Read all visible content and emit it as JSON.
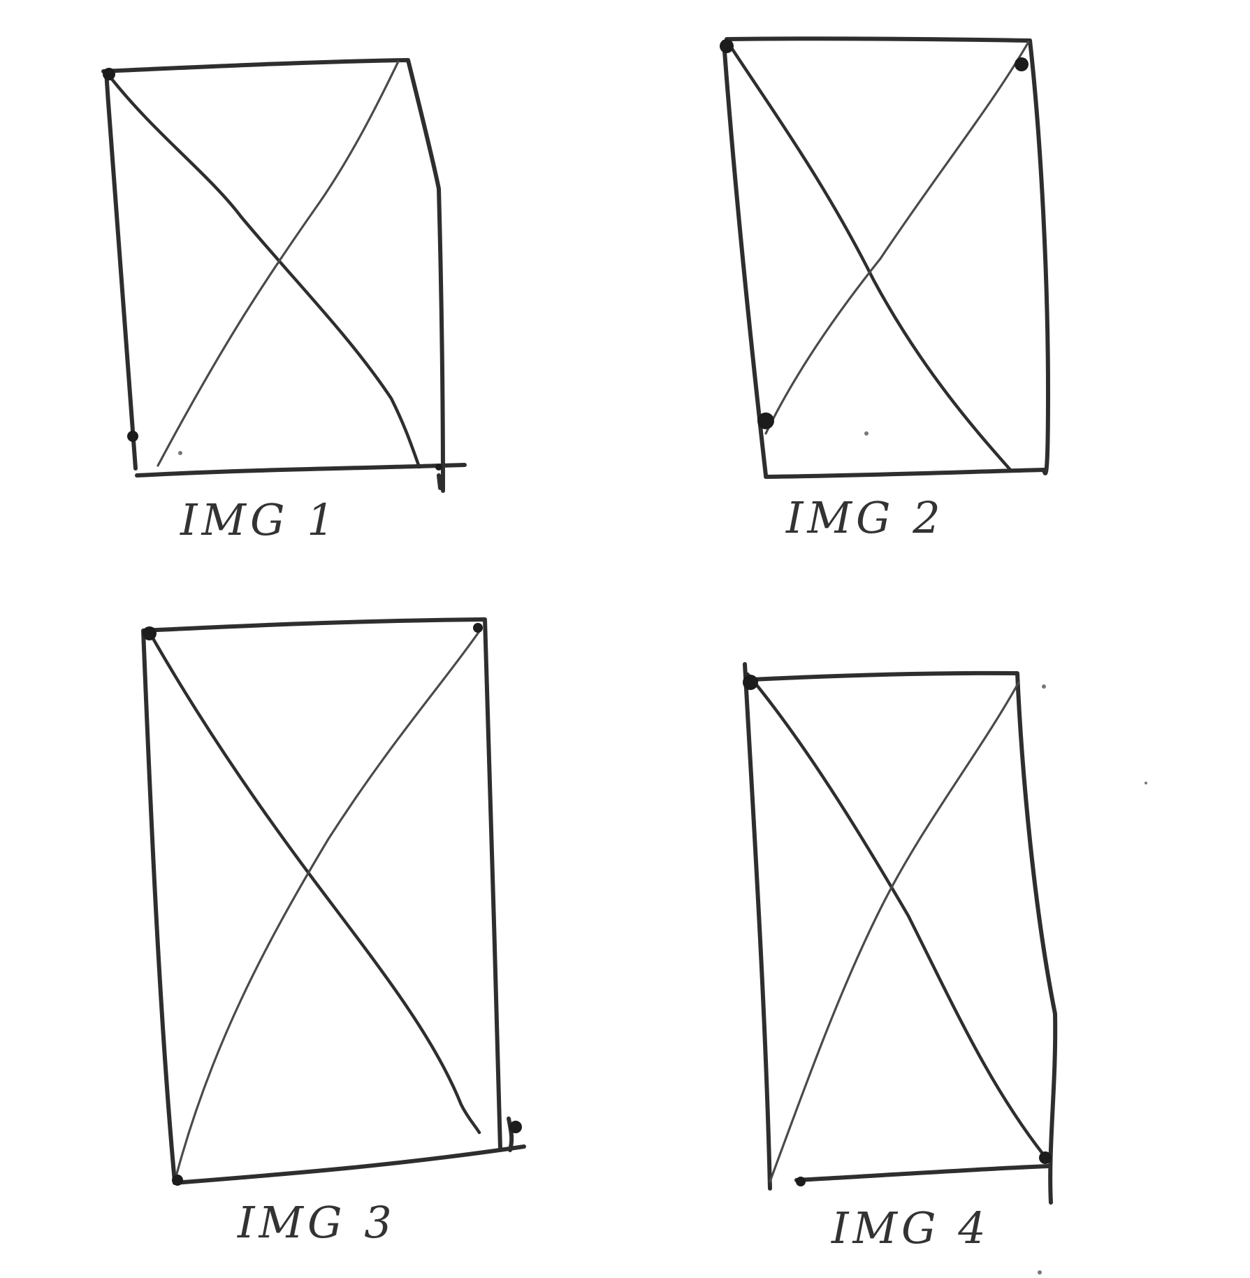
{
  "sketch": {
    "placeholders": [
      {
        "id": "img-1",
        "caption": "IMG 1"
      },
      {
        "id": "img-2",
        "caption": "IMG 2"
      },
      {
        "id": "img-3",
        "caption": "IMG 3"
      },
      {
        "id": "img-4",
        "caption": "IMG 4"
      }
    ],
    "stroke_color": "#2e2e2e",
    "background_color": "#ffffff",
    "placeholder_icon": "crossed-box-icon"
  }
}
